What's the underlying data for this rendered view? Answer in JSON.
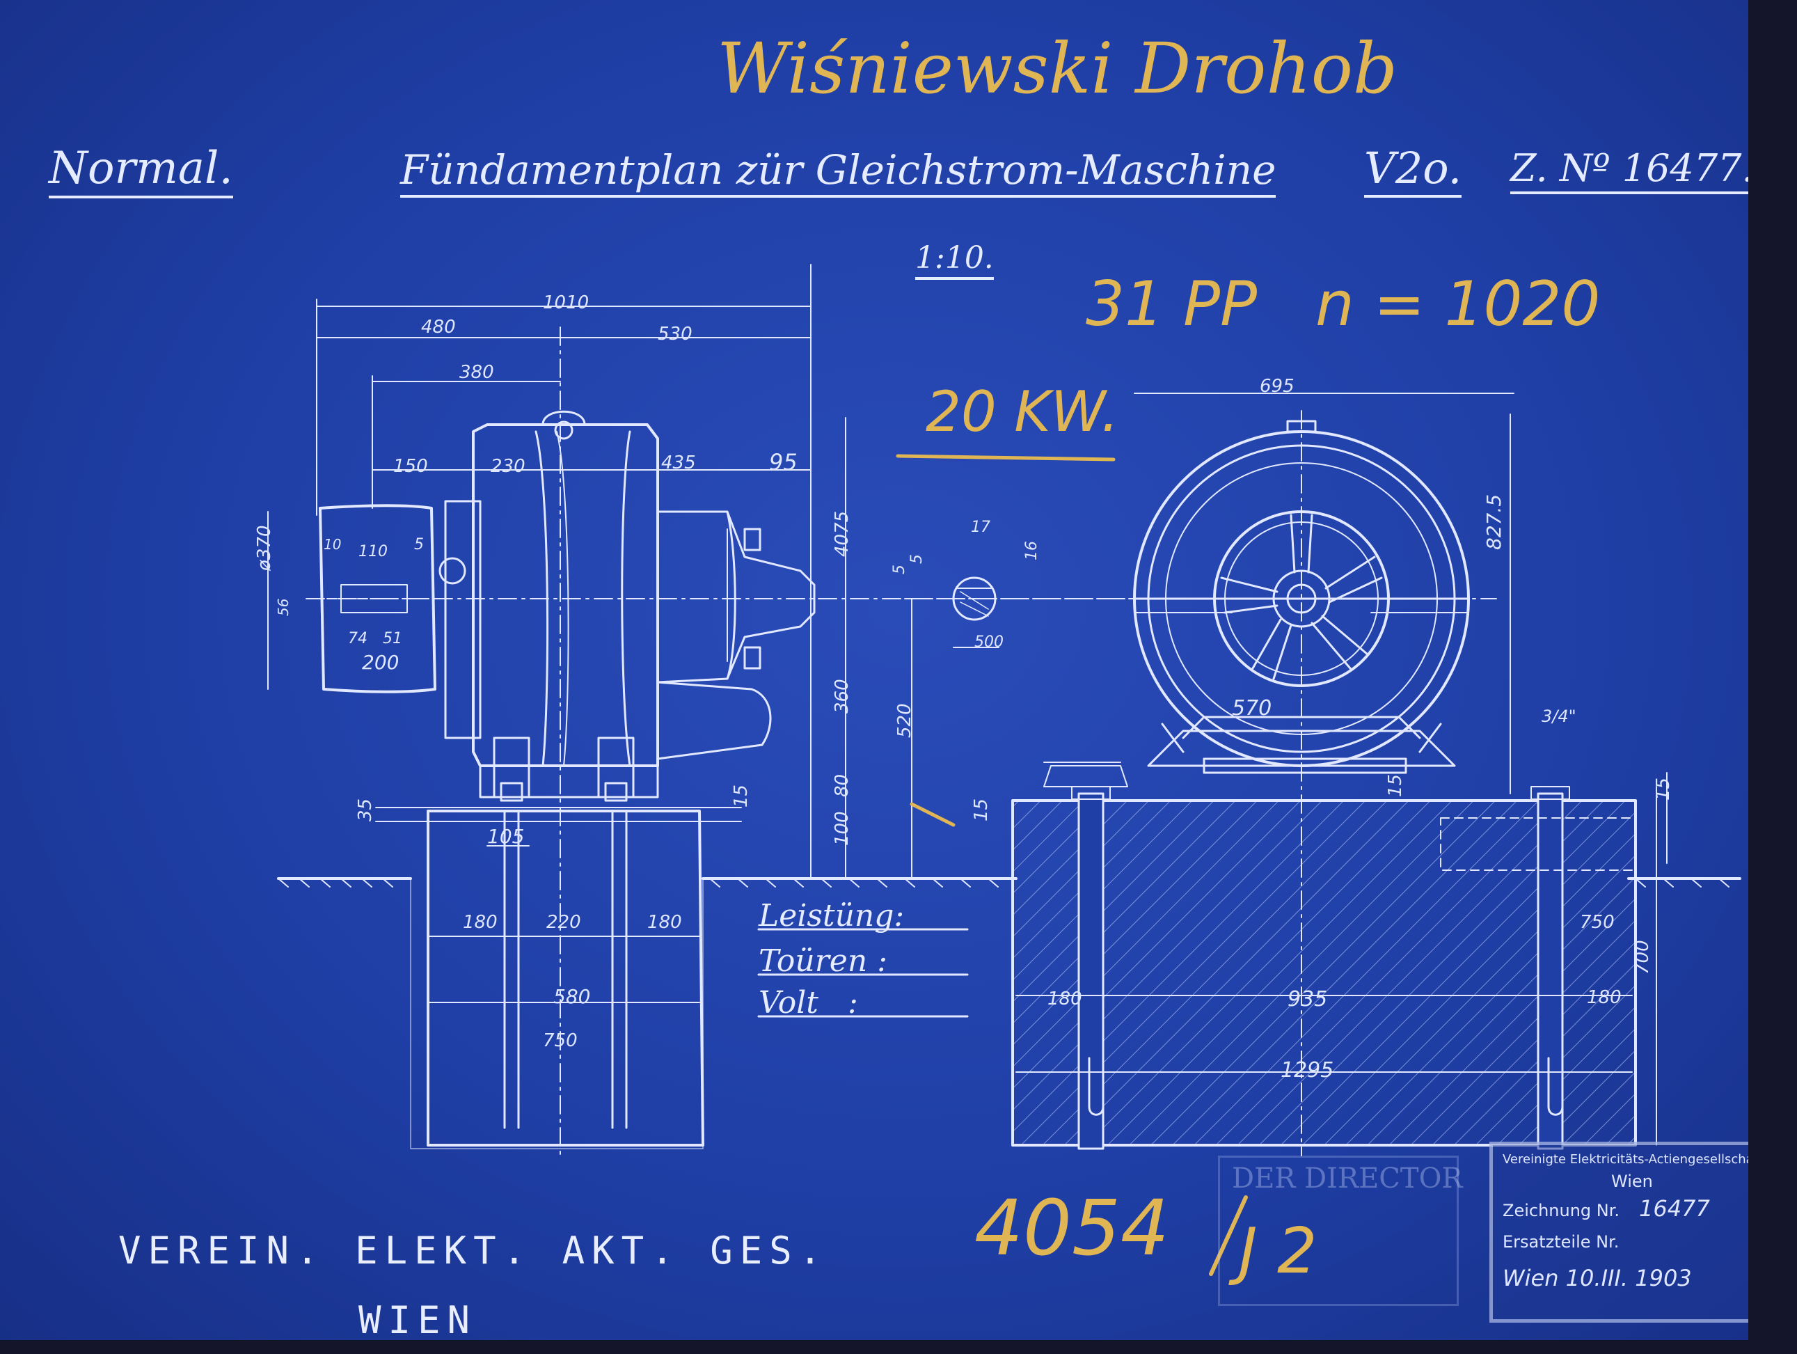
{
  "header": {
    "left_title": "Normal.",
    "main_title": "Fündamentplan zür Gleichstrom-Maschine",
    "model": "V2o.",
    "drawing_number": "Z. Nº 16477."
  },
  "scale": "1:10.",
  "annotations_ink": {
    "customer": "Wiśniewski Drohob",
    "poles_speed": "31 PP   n = 1020",
    "power": "20 KW.",
    "order_number": "4054",
    "order_suffix": "J 2"
  },
  "dimensions_side_view": {
    "total_width": "1010",
    "left_part": "480",
    "right_part": "530",
    "partial": "380",
    "d150": "150",
    "d230": "230",
    "d435": "435",
    "d95": "95",
    "height_4075": "4075",
    "height_360": "360",
    "height_520": "520",
    "d100": "100",
    "d80": "80",
    "d35": "35",
    "d15": "15",
    "pulley_dia": "ø370",
    "pulley_10": "10",
    "pulley_110": "110",
    "pulley_5": "5",
    "pulley_74": "74",
    "pulley_51": "51",
    "pulley_200": "200",
    "pulley_56": "56",
    "d105": "105",
    "found_180a": "180",
    "found_220": "220",
    "found_180b": "180",
    "found_580": "580",
    "found_750": "750"
  },
  "dimensions_key_detail": {
    "d17": "17",
    "d5a": "5",
    "d5b": "5",
    "d16": "16",
    "d500": "500"
  },
  "dimensions_front_view": {
    "d695": "695",
    "d8275": "827.5",
    "d570": "570",
    "d34": "3/4\"",
    "d15a": "15",
    "d15b": "15",
    "d15c": "15",
    "d750": "750",
    "d700": "700",
    "d180a": "180",
    "d935": "935",
    "d180b": "180",
    "d1295": "1295"
  },
  "ratings_box": {
    "leistung": "Leistüng:",
    "touren": "Toüren :",
    "volt": "Volt   :"
  },
  "maker": {
    "line1": "VEREIN. ELEKT. AKT. GES.",
    "line2": "WIEN"
  },
  "faint_stamp": "DER DIRECTOR",
  "stamp": {
    "line1": "Vereinigte Elektricitäts-Actiengesellschaft",
    "line2": "Wien",
    "drawing_label": "Zeichnung Nr.",
    "drawing_value": "16477",
    "reference_label": "Ersatzteile Nr.",
    "date": "Wien 10.III. 1903"
  },
  "colors": {
    "paper": "#1f3fa6",
    "line": "#dfe7ff",
    "ink": "#e0b554"
  }
}
